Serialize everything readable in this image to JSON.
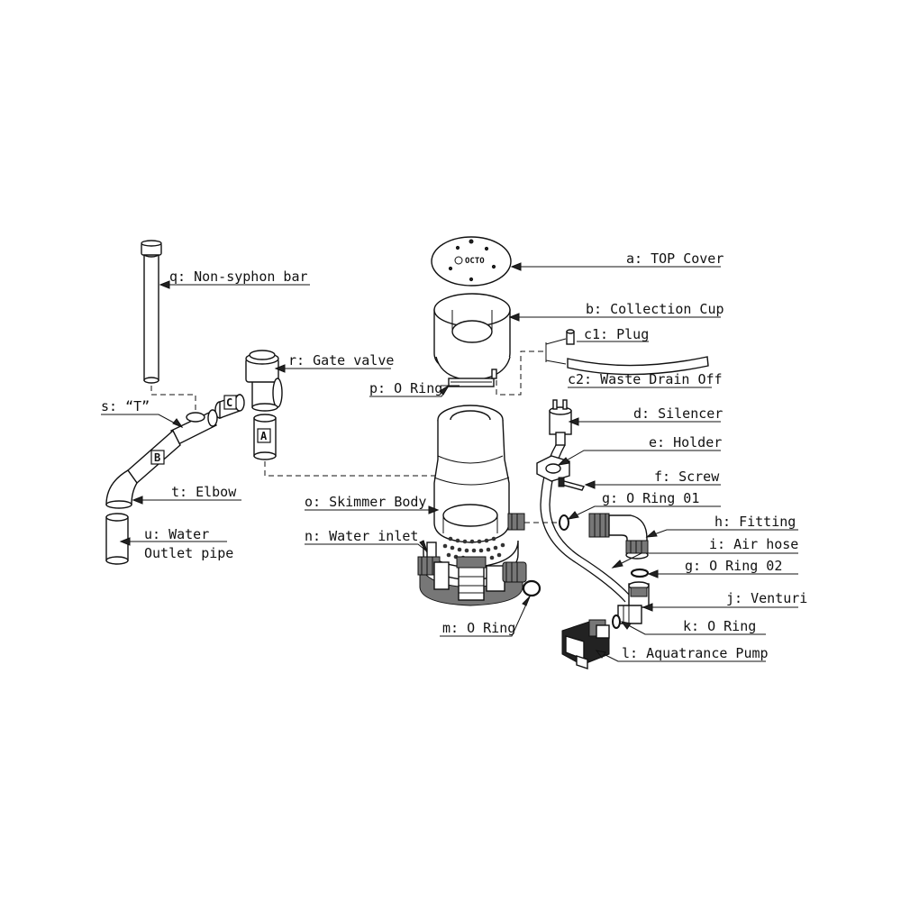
{
  "labels": {
    "a": "a: TOP Cover",
    "b": "b: Collection Cup",
    "c1": "c1: Plug",
    "c2": "c2: Waste Drain Off",
    "d": "d: Silencer",
    "e": "e: Holder",
    "f": "f: Screw",
    "g1": "g: O Ring 01",
    "h": "h: Fitting",
    "i": "i: Air hose",
    "g2": "g: O Ring 02",
    "j": "j: Venturi",
    "k": "k: O Ring",
    "l": "l: Aquatrance Pump",
    "m": "m: O Ring",
    "n": "n: Water inlet",
    "o": "o: Skimmer Body",
    "p": "p: O Ring",
    "q": "q: Non-syphon bar",
    "r": "r: Gate valve",
    "s": "s: “T”",
    "t": "t: Elbow",
    "u_line1": "u: Water",
    "u_line2": "Outlet pipe"
  },
  "connectors": {
    "A": "A",
    "B": "B",
    "C": "C"
  },
  "cover_logo": "OCTO"
}
